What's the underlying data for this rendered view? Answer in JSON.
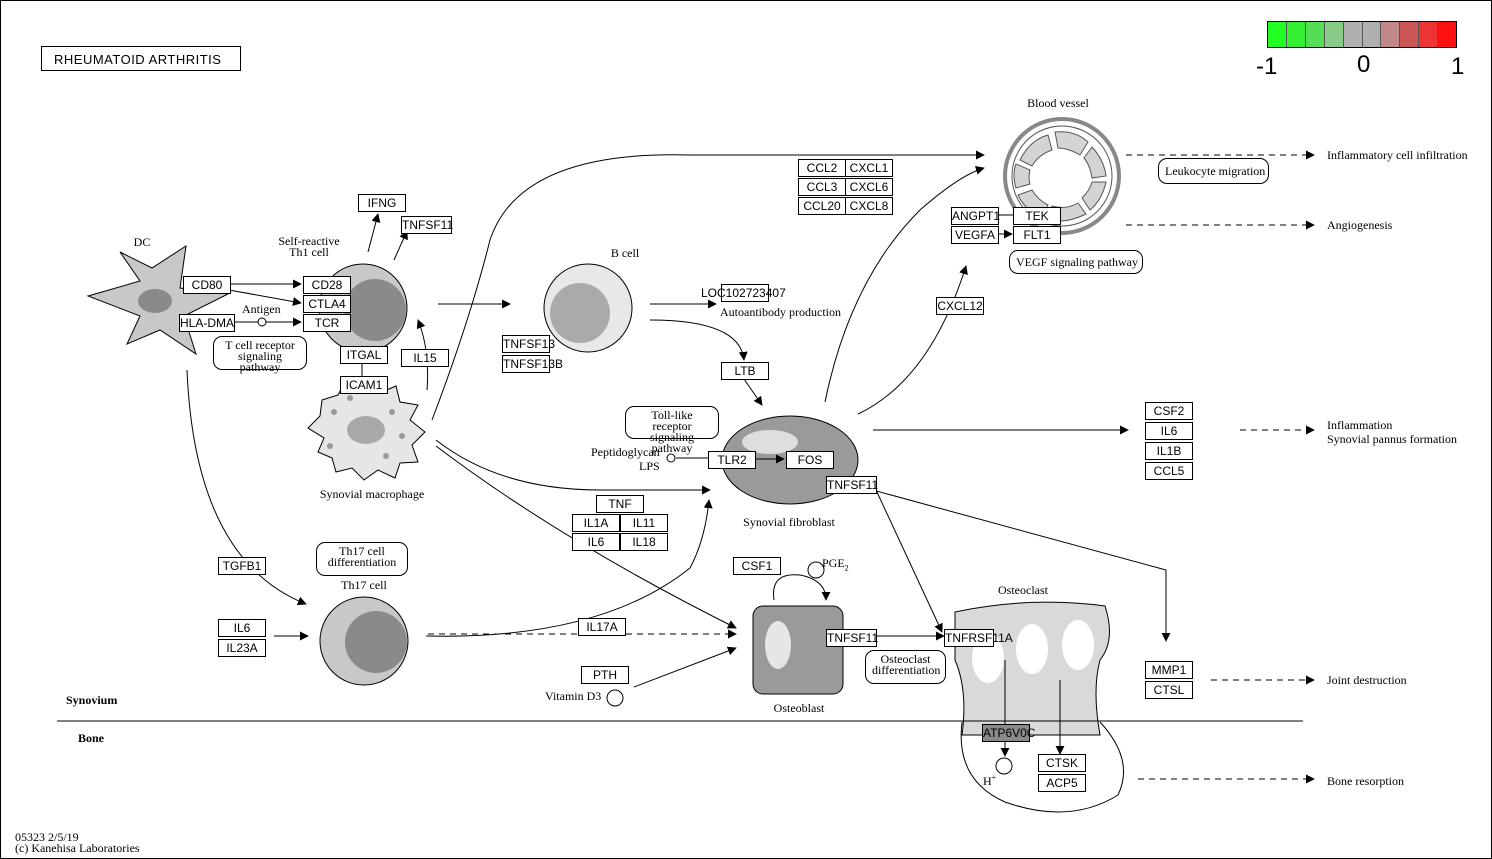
{
  "title": "RHEUMATOID ARTHRITIS",
  "legend": {
    "min_label": "-1",
    "mid_label": "0",
    "max_label": "1",
    "colors": [
      "#22ff22",
      "#33ee33",
      "#55dd55",
      "#88cc88",
      "#b0b0b0",
      "#b0b0b0",
      "#c08888",
      "#cc5555",
      "#ee3333",
      "#ff1111"
    ]
  },
  "cells": {
    "dc": "DC",
    "th1": "Self-reactive\nTh1 cell",
    "bcell": "B cell",
    "macrophage": "Synovial macrophage",
    "th17": "Th17 cell",
    "fibroblast": "Synovial fibroblast",
    "osteoblast": "Osteoblast",
    "osteoclast": "Osteoclast",
    "blood_vessel": "Blood vessel"
  },
  "genes": {
    "cd80": "CD80",
    "hla_dma": "HLA-DMA",
    "cd28": "CD28",
    "ctla4": "CTLA4",
    "tcr": "TCR",
    "ifng": "IFNG",
    "tnfsf11_a": "TNFSF11",
    "itgal": "ITGAL",
    "icam1": "ICAM1",
    "il15": "IL15",
    "tnfsf13": "TNFSF13",
    "tnfsf13b": "TNFSF13B",
    "loc": "LOC102723407",
    "ccl2": "CCL2",
    "cxcl1": "CXCL1",
    "ccl3": "CCL3",
    "cxcl6": "CXCL6",
    "ccl20": "CCL20",
    "cxcl8": "CXCL8",
    "angpt1": "ANGPT1",
    "tek": "TEK",
    "vegfa": "VEGFA",
    "flt1": "FLT1",
    "cxcl12": "CXCL12",
    "ltb": "LTB",
    "tlr2": "TLR2",
    "fos": "FOS",
    "tnfsf11_b": "TNFSF11",
    "tnf": "TNF",
    "il1a": "IL1A",
    "il11": "IL11",
    "il6_a": "IL6",
    "il18": "IL18",
    "csf2": "CSF2",
    "il6_b": "IL6",
    "il1b": "IL1B",
    "ccl5": "CCL5",
    "tgfb1": "TGFB1",
    "il6_c": "IL6",
    "il23a": "IL23A",
    "il17a": "IL17A",
    "csf1": "CSF1",
    "tnfsf11_c": "TNFSF11",
    "tnfrsf11a": "TNFRSF11A",
    "pth": "PTH",
    "mmp1": "MMP1",
    "ctsl": "CTSL",
    "atp6v0c": "ATP6V0C",
    "ctsk": "CTSK",
    "acp5": "ACP5"
  },
  "labels": {
    "antigen": "Antigen",
    "autoantibody": "Autoantibody production",
    "peptidoglycan": "Peptidoglycan",
    "lps": "LPS",
    "pge2": "PGE",
    "pge2_sub": "2",
    "vitamin_d3": "Vitamin D3",
    "h_plus": "H",
    "h_plus_sup": "+",
    "synovium": "Synovium",
    "bone": "Bone",
    "footer_id": "05323 2/5/19",
    "footer_copy": "(c) Kanehisa Laboratories"
  },
  "outcomes": {
    "inflammatory_infiltration": "Inflammatory cell infiltration",
    "angiogenesis": "Angiogenesis",
    "inflammation": "Inflammation",
    "pannus": "Synovial pannus formation",
    "joint_destruction": "Joint destruction",
    "bone_resorption": "Bone resorption"
  },
  "pathways": {
    "tcr": "T cell receptor\nsignaling pathway",
    "toll": "Toll-like receptor\nsignaling pathway",
    "vegf": "VEGF signaling pathway",
    "leukocyte": "Leukocyte migration",
    "th17diff": "Th17 cell\ndifferentiation",
    "osteoclastdiff": "Osteoclast\ndifferentiation"
  }
}
